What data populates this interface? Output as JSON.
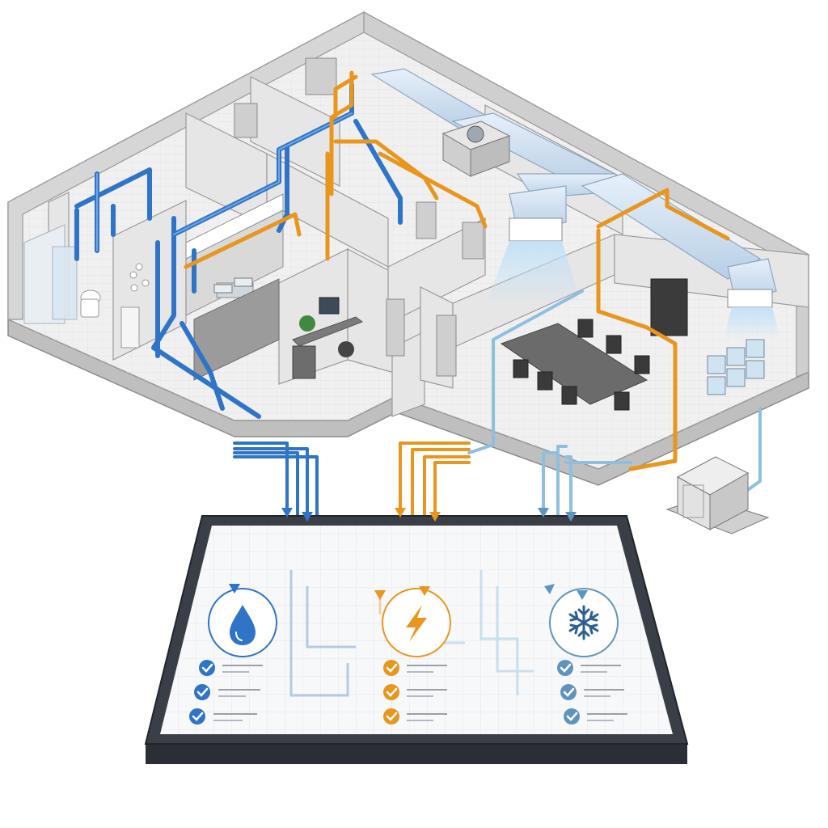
{
  "colors": {
    "water": "#2f74c7",
    "water_dark": "#1f559c",
    "electric": "#e8961e",
    "electric_dark": "#b86f0a",
    "hvac": "#8fbfdf",
    "hvac_dark": "#5f95bd",
    "duct": "#cfe0f0",
    "wall": "#dcdcdc",
    "wall_dark": "#a9a9a9",
    "floor": "#f2f2f2",
    "tablet_frame": "#3a3f47",
    "tablet_screen": "#f7f8fa"
  },
  "icons": {
    "water": "water-drop-icon",
    "electric": "lightning-bolt-icon",
    "hvac": "snowflake-icon",
    "check": "check-circle-icon"
  },
  "legend": [
    {
      "system": "water",
      "checks": 3
    },
    {
      "system": "electric",
      "checks": 3
    },
    {
      "system": "hvac",
      "checks": 3
    }
  ]
}
